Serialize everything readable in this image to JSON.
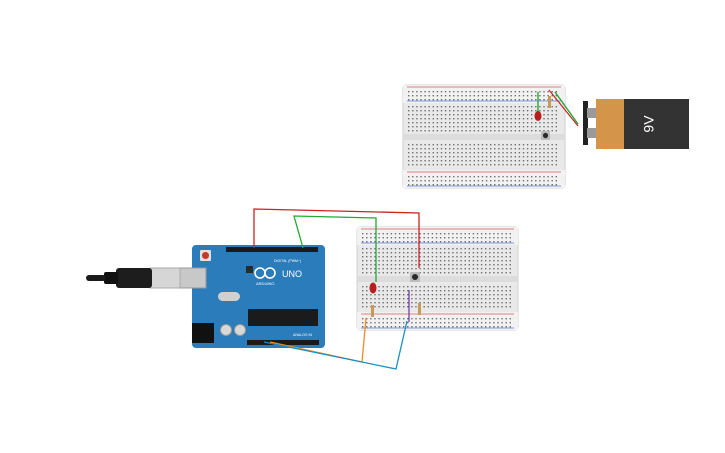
{
  "canvas": {
    "background": "#ffffff"
  },
  "battery": {
    "label": "9V",
    "body_color": "#333333",
    "band_color": "#d4954b"
  },
  "arduino": {
    "board_color": "#2b7cba",
    "model_label": "UNO",
    "brand_label": "ARDUINO",
    "digital_header_label": "DIGITAL (PWM~)",
    "analog_header_label": "ANALOG IN"
  },
  "wires": {
    "red": "#cc2222",
    "green": "#22aa33",
    "orange": "#f08c1e",
    "blue": "#1b8fc4",
    "purple": "#7b3fb0"
  },
  "components": {
    "led_color": "#b81e1e",
    "resistor_color": "#c89a5a",
    "button_color": "#2a2a2a"
  }
}
